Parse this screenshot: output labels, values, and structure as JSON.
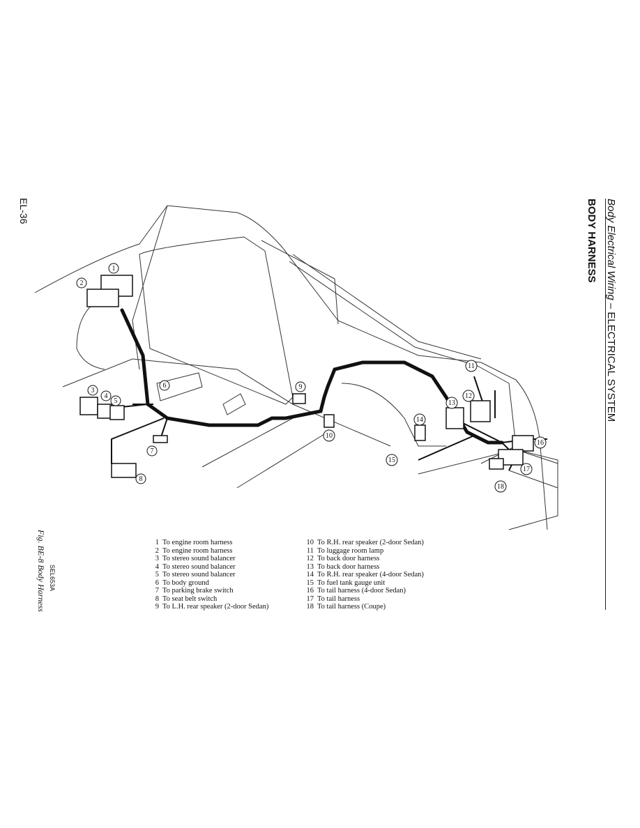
{
  "header": {
    "section_italic": "Body Electrical Wiring",
    "section_rest": " – ELECTRICAL SYSTEM",
    "title": "BODY HARNESS"
  },
  "page_number": "EL-36",
  "figure": {
    "caption": "Fig. BE-8  Body Harness",
    "reference_code": "SEL653A"
  },
  "callouts": [
    "1",
    "2",
    "3",
    "4",
    "5",
    "6",
    "7",
    "8",
    "9",
    "10",
    "11",
    "12",
    "13",
    "14",
    "15",
    "16",
    "17",
    "18"
  ],
  "legend_left": [
    {
      "num": "1",
      "text": "To engine room harness"
    },
    {
      "num": "2",
      "text": "To engine room harness"
    },
    {
      "num": "3",
      "text": "To stereo sound balancer"
    },
    {
      "num": "4",
      "text": "To stereo sound balancer"
    },
    {
      "num": "5",
      "text": "To stereo sound balancer"
    },
    {
      "num": "6",
      "text": "To body ground"
    },
    {
      "num": "7",
      "text": "To parking brake switch"
    },
    {
      "num": "8",
      "text": "To seat belt switch"
    },
    {
      "num": "9",
      "text": "To L.H. rear speaker (2-door Sedan)"
    }
  ],
  "legend_right": [
    {
      "num": "10",
      "text": "To R.H. rear speaker (2-door Sedan)"
    },
    {
      "num": "11",
      "text": "To luggage room lamp"
    },
    {
      "num": "12",
      "text": "To back door harness"
    },
    {
      "num": "13",
      "text": "To back door harness"
    },
    {
      "num": "14",
      "text": "To R.H. rear speaker (4-door Sedan)"
    },
    {
      "num": "15",
      "text": "To fuel tank gauge unit"
    },
    {
      "num": "16",
      "text": "To tail harness (4-door Sedan)"
    },
    {
      "num": "17",
      "text": "To tail harness"
    },
    {
      "num": "18",
      "text": "To tail harness (Coupe)"
    }
  ]
}
